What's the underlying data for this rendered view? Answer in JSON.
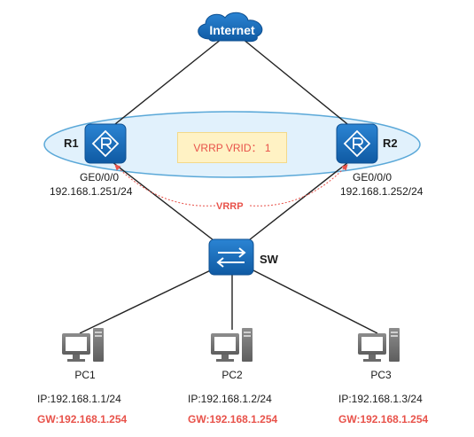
{
  "internet": {
    "label": "Internet"
  },
  "vrrp_group": {
    "vrid_label": "VRRP VRID： 1",
    "link_label": "VRRP"
  },
  "routers": [
    {
      "name": "R1",
      "interface": "GE0/0/0",
      "ip": "192.168.1.251/24"
    },
    {
      "name": "R2",
      "interface": "GE0/0/0",
      "ip": "192.168.1.252/24"
    }
  ],
  "switch": {
    "name": "SW"
  },
  "pcs": [
    {
      "name": "PC1",
      "ip": "IP:192.168.1.1/24",
      "gw": "GW:192.168.1.254"
    },
    {
      "name": "PC2",
      "ip": "IP:192.168.1.2/24",
      "gw": "GW:192.168.1.254"
    },
    {
      "name": "PC3",
      "ip": "IP:192.168.1.3/24",
      "gw": "GW:192.168.1.254"
    }
  ],
  "colors": {
    "device_blue": "#1667b8",
    "ellipse_fill": "#dceefb",
    "ellipse_stroke": "#5aa8d8",
    "vrrp_red": "#e8524a",
    "vrid_box_fill": "#fff2c4"
  }
}
